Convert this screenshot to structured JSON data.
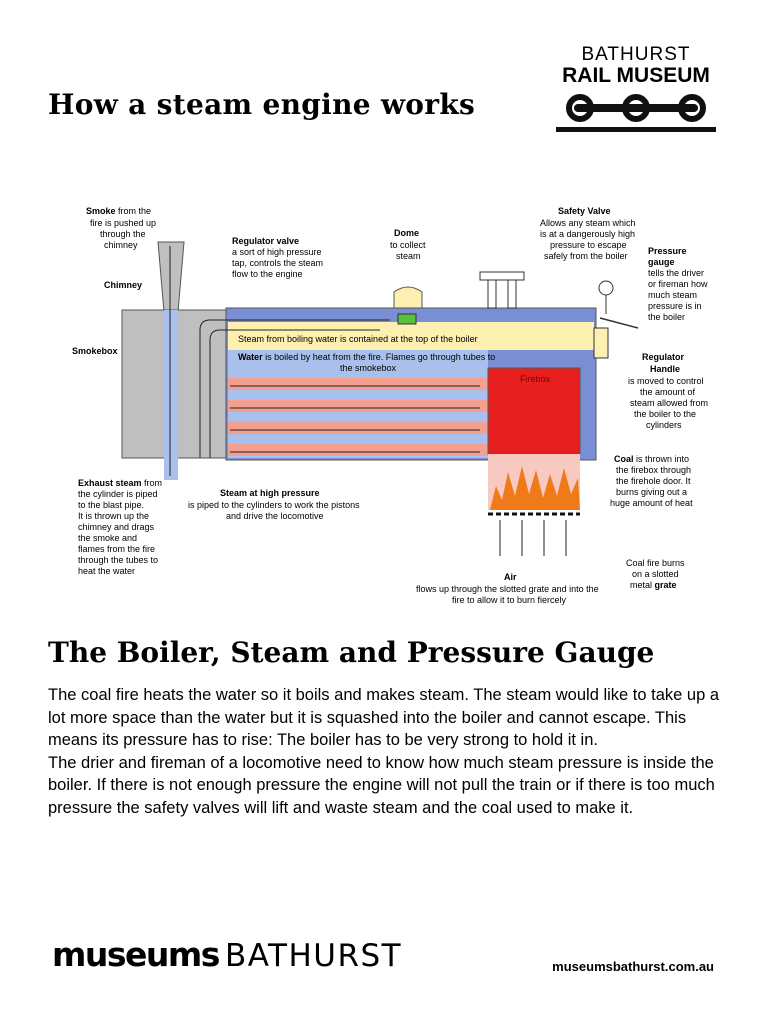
{
  "header": {
    "title": "How a steam engine works",
    "logo": {
      "top": "BATHURST",
      "main": "RAIL MUSEUM"
    }
  },
  "diagram": {
    "labels": {
      "smoke": {
        "bold": "Smoke",
        "rest": " from the",
        "lines": [
          "fire is pushed up",
          "through the",
          "chimney"
        ]
      },
      "chimney": "Chimney",
      "smokebox": "Smokebox",
      "regulator_valve": {
        "title": "Regulator valve",
        "lines": [
          "a sort of high pressure",
          "tap, controls the steam",
          "flow to the engine"
        ]
      },
      "dome": {
        "title": "Dome",
        "lines": [
          "to collect",
          "steam"
        ]
      },
      "safety_valve": {
        "title": "Safety Valve",
        "lines": [
          "Allows any steam which",
          "is at a dangerously high",
          "pressure to escape",
          "safely from the boiler"
        ]
      },
      "pressure_gauge": {
        "title_lines": [
          "Pressure",
          "gauge"
        ],
        "lines": [
          "tells the driver",
          "or fireman how",
          "much steam",
          "pressure is in",
          "the boiler"
        ]
      },
      "steam_top": "Steam from boiling water is contained at the top of the boiler",
      "water": {
        "bold": "Water",
        "rest": " is boiled by heat from the fire. Flames go through tubes to",
        "line2": "the smokebox"
      },
      "firebox": "Firebox",
      "regulator_handle": {
        "title_lines": [
          "Regulator",
          "Handle"
        ],
        "lines": [
          "is moved to control",
          "the amount of",
          "steam allowed from",
          "the boiler to the",
          "cylinders"
        ]
      },
      "coal": {
        "bold": "Coal",
        "rest": " is thrown into",
        "lines": [
          "the firebox through",
          "the firehole door. It",
          "burns giving out a",
          "huge amount of heat"
        ]
      },
      "exhaust": {
        "bold": "Exhaust steam",
        "rest": " from",
        "lines": [
          "the cylinder is piped",
          "to the blast pipe.",
          "It is thrown up the",
          "chimney and drags",
          "the smoke and",
          "flames from the fire",
          "through the tubes to",
          "heat the water"
        ]
      },
      "steam_high": {
        "title": "Steam at high pressure",
        "lines": [
          "is piped to the cylinders to work the pistons",
          "and drive the locomotive"
        ]
      },
      "air": {
        "title": "Air",
        "lines": [
          "flows up through the slotted grate and into the",
          "fire to allow it to burn fiercely"
        ]
      },
      "grate": {
        "lines": [
          "Coal fire burns",
          "on a slotted"
        ],
        "last": "metal ",
        "last_bold": "grate"
      }
    }
  },
  "section": {
    "title": "The Boiler, Steam and Pressure Gauge",
    "paragraphs": [
      "The coal fire heats the water so it boils and makes steam. The steam would like to take up a lot more space than the water but it is squashed into the boiler and cannot escape. This means its pressure has to rise: The boiler has to be very strong to hold it in.",
      "The drier and fireman of a locomotive need to know how much steam pressure is inside the boiler. If there is not enough pressure the engine will not pull the train or if there is too much pressure the safety valves will lift and waste steam and the coal used to make it."
    ]
  },
  "footer": {
    "logo_bold": "museums",
    "logo_light": "BATHURST",
    "url": "museumsbathurst.com.au"
  },
  "colors": {
    "steam": "#fdf0b0",
    "water": "#aac0ec",
    "tubes": "#f4a090",
    "firebox": "#e81f1f",
    "smokebox": "#bfbfbf",
    "boiler_wall": "#7a8ed4"
  }
}
